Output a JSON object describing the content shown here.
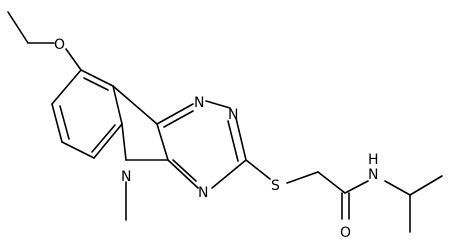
{
  "atoms": {
    "o1": "O",
    "o2": "O",
    "n4": "N",
    "n5": "N",
    "n6": "N",
    "n7": "N",
    "nh": "N",
    "h": "H",
    "s": "S"
  }
}
